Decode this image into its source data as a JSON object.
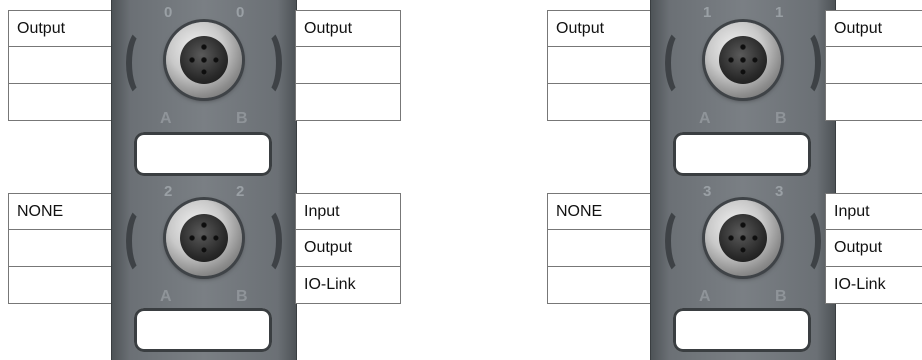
{
  "modules": [
    {
      "ports": [
        {
          "channel": "0",
          "left_labels": [
            "Output",
            "",
            ""
          ],
          "right_labels": [
            "Output",
            "",
            ""
          ]
        },
        {
          "channel": "2",
          "left_labels": [
            "NONE",
            "",
            ""
          ],
          "right_labels": [
            "Input",
            "Output",
            "IO-Link"
          ]
        }
      ]
    },
    {
      "ports": [
        {
          "channel": "1",
          "left_labels": [
            "Output",
            "",
            ""
          ],
          "right_labels": [
            "Output",
            "",
            ""
          ]
        },
        {
          "channel": "3",
          "left_labels": [
            "NONE",
            "",
            ""
          ],
          "right_labels": [
            "Input",
            "Output",
            "IO-Link"
          ]
        }
      ]
    }
  ],
  "pin_letters": {
    "a": "A",
    "b": "B"
  },
  "colors": {
    "housing": "#6b7075",
    "table_border": "#777777"
  }
}
